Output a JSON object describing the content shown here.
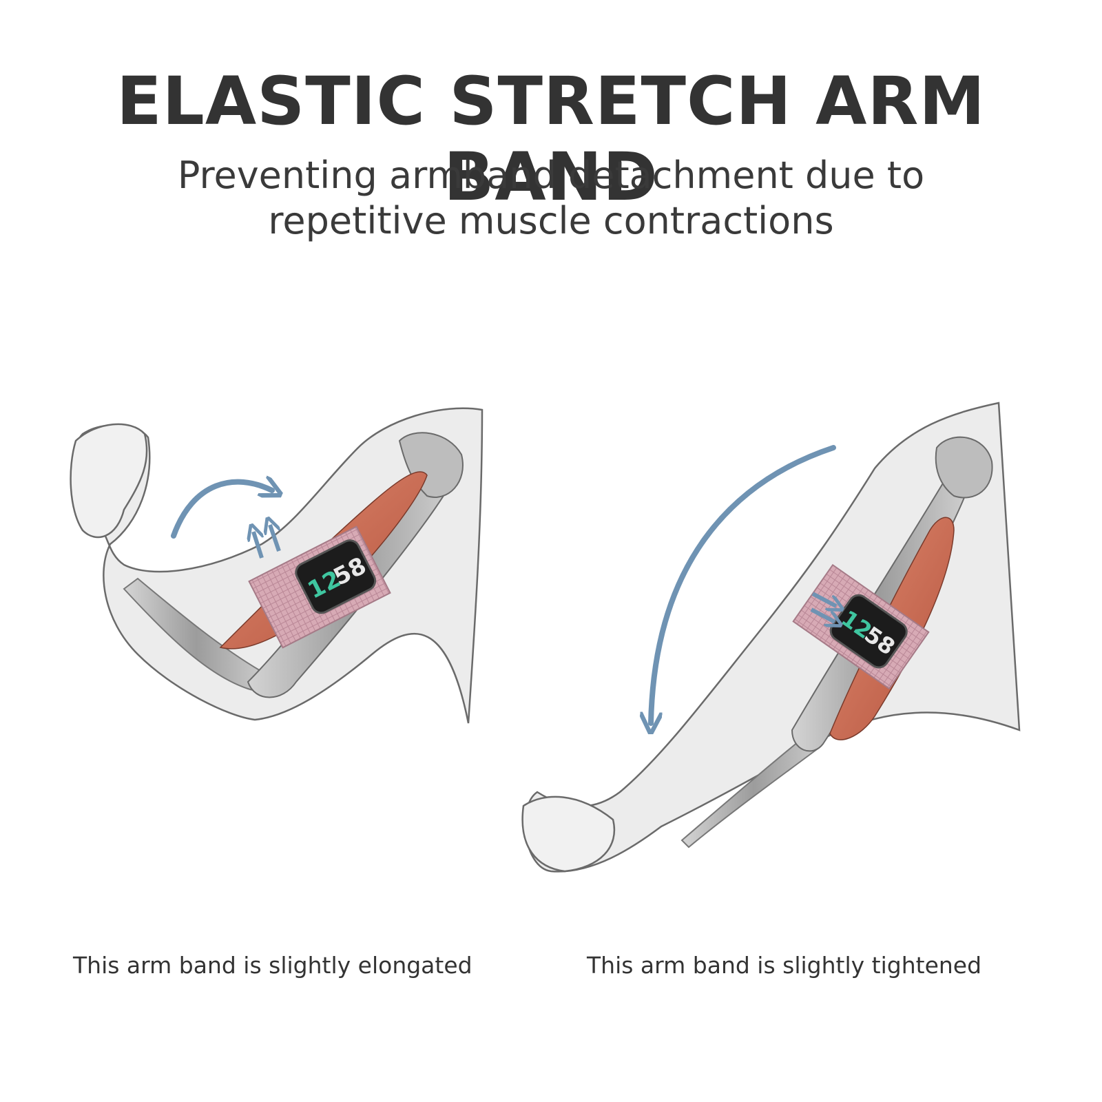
{
  "header": {
    "title": "ELASTIC STRETCH ARM BAND",
    "subtitle_line1": "Preventing armband detachment due to",
    "subtitle_line2": "repetitive muscle contractions"
  },
  "left_panel": {
    "caption": "This arm band is slightly elongated",
    "watch": {
      "hour": "12",
      "minute": "58"
    }
  },
  "right_panel": {
    "caption": "This arm band is slightly tightened",
    "watch": {
      "hour": "12",
      "minute": "58"
    }
  },
  "colors": {
    "text": "#333333",
    "arrow": "#6f93b3",
    "muscle": "#c8684f",
    "band": "#d9aeb8",
    "skin": "#ececec",
    "watch_accent": "#3fc6a0"
  }
}
